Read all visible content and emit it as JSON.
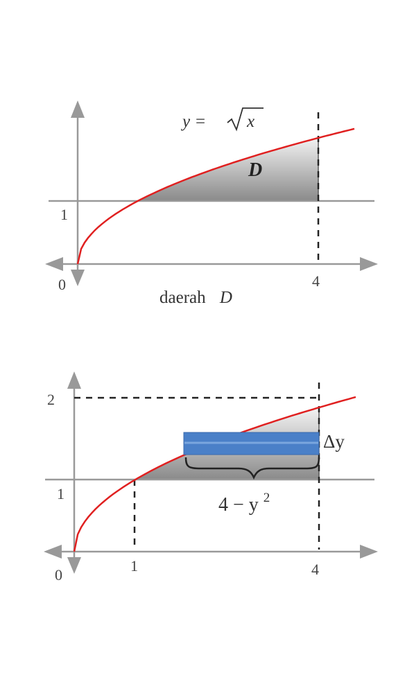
{
  "top_panel": {
    "equation": {
      "lhs": "y = ",
      "radicand": "x"
    },
    "region_label": "D",
    "tick_y1": "1",
    "tick_origin": "0",
    "tick_x4": "4",
    "caption": {
      "word": "daerah",
      "symbol": "D"
    }
  },
  "bottom_panel": {
    "tick_y2": "2",
    "tick_y1": "1",
    "tick_origin": "0",
    "tick_x1": "1",
    "tick_x4": "4",
    "strip_label": "Δy",
    "width_label": {
      "base": "4 − y",
      "exponent": "2"
    }
  },
  "colors": {
    "curve": "#e02020",
    "axis": "#999999",
    "region_dark": "#8c8c8c",
    "region_light": "#f2f2f2",
    "strip": "#4a80c8",
    "dashed": "#222222"
  }
}
